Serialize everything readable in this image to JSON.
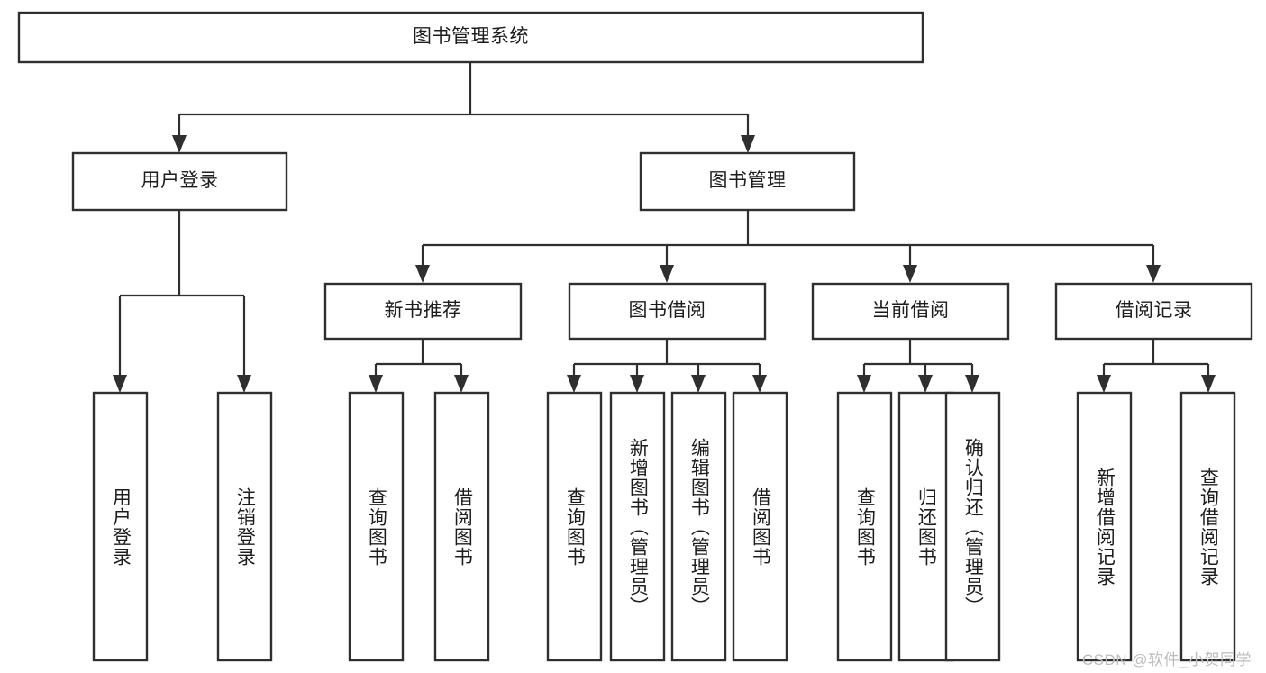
{
  "diagram": {
    "type": "tree-hierarchy",
    "title": "图书管理系统",
    "watermark": "CSDN @软件_小贺同学",
    "colors": {
      "stroke": "#2f2f2f",
      "fill": "#ffffff",
      "text": "#1d1d1d",
      "watermark": "#bdbdbd"
    },
    "levels": {
      "level1": [
        {
          "id": "root",
          "label": "图书管理系统",
          "orientation": "horizontal"
        }
      ],
      "level2": [
        {
          "id": "user-login",
          "label": "用户登录",
          "orientation": "horizontal"
        },
        {
          "id": "book-manage",
          "label": "图书管理",
          "orientation": "horizontal"
        }
      ],
      "level3": [
        {
          "id": "new-book-rec",
          "label": "新书推荐",
          "orientation": "horizontal"
        },
        {
          "id": "book-borrow",
          "label": "图书借阅",
          "orientation": "horizontal"
        },
        {
          "id": "current-borrow",
          "label": "当前借阅",
          "orientation": "horizontal"
        },
        {
          "id": "borrow-record",
          "label": "借阅记录",
          "orientation": "horizontal"
        }
      ],
      "level4": [
        {
          "id": "leaf-user-login",
          "label": "用户登录",
          "orientation": "vertical",
          "parent": "user-login"
        },
        {
          "id": "leaf-logout",
          "label": "注销登录",
          "orientation": "vertical",
          "parent": "user-login"
        },
        {
          "id": "leaf-query-book-1",
          "label": "查询图书",
          "orientation": "vertical",
          "parent": "new-book-rec"
        },
        {
          "id": "leaf-borrow-book-1",
          "label": "借阅图书",
          "orientation": "vertical",
          "parent": "new-book-rec"
        },
        {
          "id": "leaf-query-book-2",
          "label": "查询图书",
          "orientation": "vertical",
          "parent": "book-borrow"
        },
        {
          "id": "leaf-add-book",
          "label": "新增图书（管理员）",
          "orientation": "vertical",
          "parent": "book-borrow"
        },
        {
          "id": "leaf-edit-book",
          "label": "编辑图书（管理员）",
          "orientation": "vertical",
          "parent": "book-borrow"
        },
        {
          "id": "leaf-borrow-book-2",
          "label": "借阅图书",
          "orientation": "vertical",
          "parent": "book-borrow"
        },
        {
          "id": "leaf-query-book-3",
          "label": "查询图书",
          "orientation": "vertical",
          "parent": "current-borrow"
        },
        {
          "id": "leaf-return-book",
          "label": "归还图书",
          "orientation": "vertical",
          "parent": "current-borrow"
        },
        {
          "id": "leaf-confirm-return",
          "label": "确认归还（管理员）",
          "orientation": "vertical",
          "parent": "current-borrow"
        },
        {
          "id": "leaf-add-record",
          "label": "新增借阅记录",
          "orientation": "vertical",
          "parent": "borrow-record"
        },
        {
          "id": "leaf-query-record",
          "label": "查询借阅记录",
          "orientation": "vertical",
          "parent": "borrow-record"
        }
      ]
    }
  }
}
